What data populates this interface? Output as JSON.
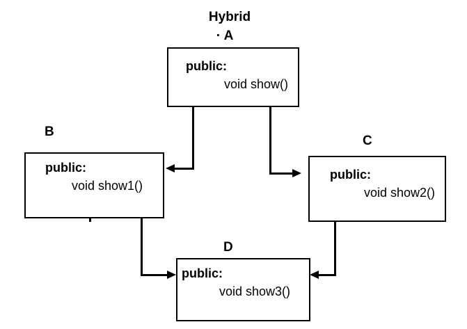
{
  "diagram": {
    "title": "Hybrid",
    "type": "hybrid-inheritance-class-diagram",
    "nodes": {
      "a": {
        "label": "· A",
        "access": "public:",
        "method": "void show()"
      },
      "b": {
        "label": "B",
        "access": "public:",
        "method": "void show1()"
      },
      "c": {
        "label": "C",
        "access": "public:",
        "method": "void show2()"
      },
      "d": {
        "label": "D",
        "access": "public:",
        "method": "void show3()"
      }
    },
    "edges": [
      {
        "from": "A",
        "to": "B"
      },
      {
        "from": "A",
        "to": "C"
      },
      {
        "from": "B",
        "to": "D"
      },
      {
        "from": "C",
        "to": "D"
      }
    ]
  },
  "colors": {
    "background": "#ffffff",
    "line": "#000000",
    "text": "#000000"
  }
}
